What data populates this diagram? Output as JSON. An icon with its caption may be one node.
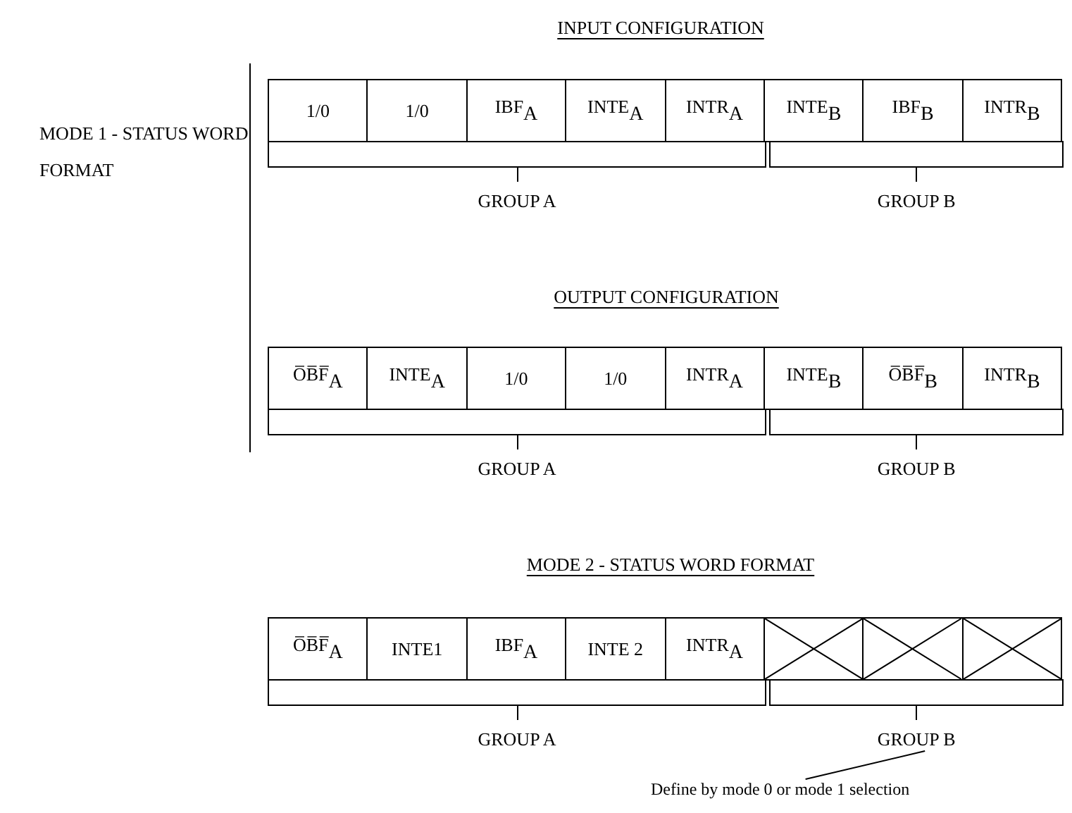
{
  "diagram": {
    "nodes": [
      {
        "text": [
          "1/0"
        ]
      },
      {
        "text": [
          "1/0"
        ]
      },
      {
        "text": [
          "IBF$_{A}$"
        ]
      },
      {
        "text": [
          "INTE$_{A}$"
        ]
      },
      {
        "text": [
          "INTR$_{A}$"
        ]
      },
      {
        "text": [
          "INTE$_{B}$"
        ]
      },
      {
        "text": [
          "IBF$_{B}$"
        ]
      },
      {
        "text": [
          "INTR$_{B}$"
        ]
      },
      {
        "text": [
          "GROUP A"
        ]
      },
      {
        "text": [
          "GROUP B"
        ]
      },
      {
        "text": [
          "O̅B̅F̅$_{A}$"
        ]
      },
      {
        "text": [
          "INTE$_{A}$"
        ]
      },
      {
        "text": [
          "1/0"
        ]
      },
      {
        "text": [
          "1/0"
        ]
      },
      {
        "text": [
          "INTR$_{A}$"
        ]
      },
      {
        "text": [
          "INTE$_{B}$"
        ]
      },
      {
        "text": [
          "O̅B̅F̅$_{B}$"
        ]
      },
      {
        "text": [
          "INTR$_{B}$"
        ]
      },
      {
        "text": [
          "GROUP A"
        ]
      },
      {
        "text": [
          "GROUP B"
        ]
      },
      {
        "text": [
          "O̅B̅F̅$_{A}$"
        ]
      },
      {
        "text": [
          "INTE1"
        ]
      },
      {
        "text": [
          "IBF$_{A}$"
        ]
      },
      {
        "text": [
          "INTE 2"
        ]
      },
      {
        "text": [
          "INTR$_{A}$"
        ]
      },
      {
        "text": [],
        "shape": "box"
      },
      {
        "text": [],
        "shape": "box"
      },
      {
        "text": [],
        "shape": "box"
      },
      {
        "text": [
          "GROUP A"
        ]
      },
      {
        "text": [
          "GROUP B"
        ]
      },
      {
        "text": [
          "Define by mode 0 or mode 1 selection"
        ]
      }
    ],
    "edges": [
      {
        "from": 30,
        "to": 29,
        "arrow": "none"
      }
    ],
    "labels": [
      "INPUT CONFIGURATION",
      "MODE 1 - STATUS WORD FORMAT",
      "OUTPUT CONFIGURATION",
      "MODE 2 - STATUS WORD FORMAT"
    ]
  }
}
